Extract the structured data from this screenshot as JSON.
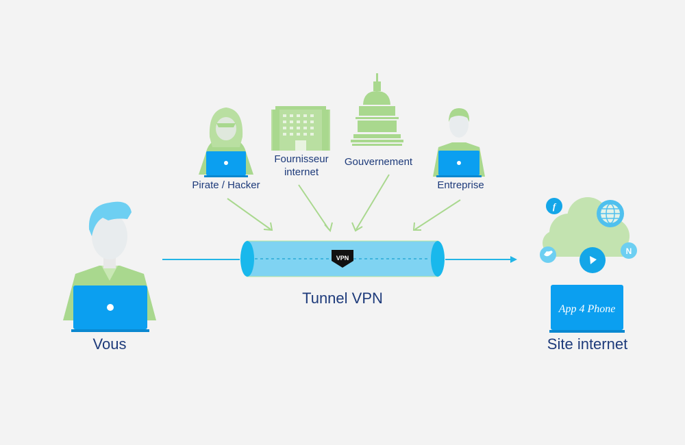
{
  "labels": {
    "vous": "Vous",
    "site": "Site internet",
    "tunnel": "Tunnel VPN",
    "hacker": "Pirate / Hacker",
    "isp_line1": "Fournisseur",
    "isp_line2": "internet",
    "gov": "Gouvernement",
    "company": "Entreprise",
    "vpn_badge": "VPN",
    "brand": "App 4 Phone"
  },
  "colors": {
    "background": "#f3f3f3",
    "laptop": "#0b9ff0",
    "green": "#a9d88e",
    "tunnel": "#7fd3f2",
    "text": "#1d3a7a"
  }
}
